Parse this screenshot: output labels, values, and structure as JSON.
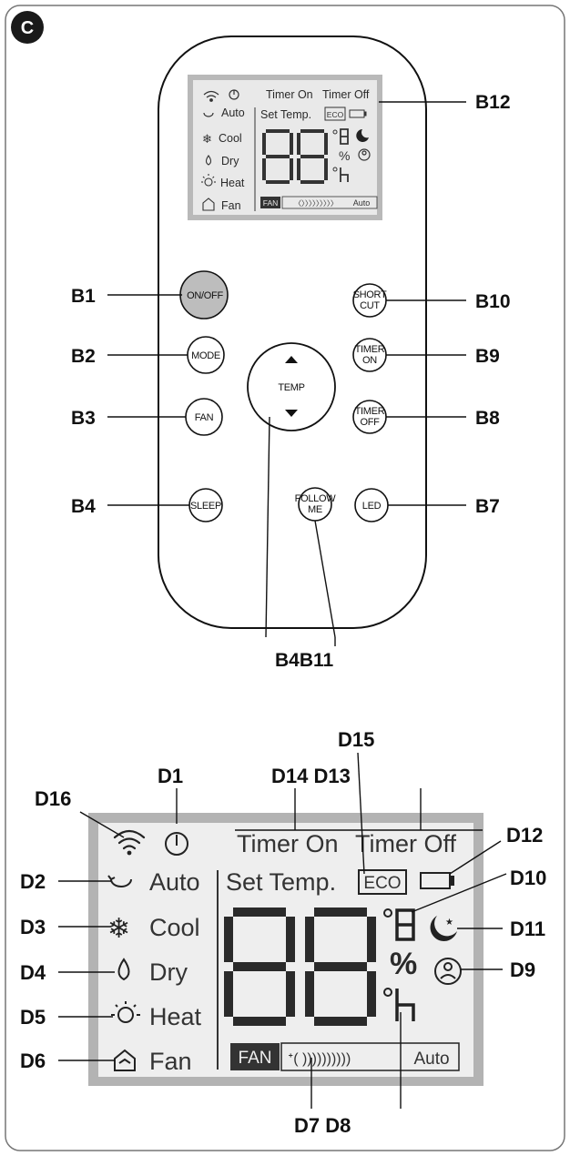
{
  "panel_letter": "C",
  "remote": {
    "lcd": {
      "row1": [
        "Timer On",
        "Timer Off"
      ],
      "eco": "ECO",
      "modes": [
        "Auto",
        "Cool",
        "Dry",
        "Heat",
        "Fan"
      ],
      "set_temp": "Set Temp.",
      "fan_tag": "FAN",
      "auto_tag": "Auto",
      "digits": "88"
    },
    "buttons": {
      "on_off": "ON/OFF",
      "mode": "MODE",
      "fan": "FAN",
      "sleep": "SLEEP",
      "temp": "TEMP",
      "short_cut": [
        "SHORT",
        "CUT"
      ],
      "timer_on": [
        "TIMER",
        "ON"
      ],
      "timer_off": [
        "TIMER",
        "OFF"
      ],
      "follow_me": [
        "FOLLOW",
        "ME"
      ],
      "led": "LED"
    }
  },
  "callouts_remote": {
    "b12": "B12",
    "b1": "B1",
    "b2": "B2",
    "b3": "B3",
    "b4": "B4",
    "b10": "B10",
    "b9": "B9",
    "b8": "B8",
    "b7": "B7",
    "b4b11": "B4B11"
  },
  "display": {
    "timer_on": "Timer On",
    "timer_off": "Timer Off",
    "eco": "ECO",
    "set_temp": "Set Temp.",
    "modes": [
      "Auto",
      "Cool",
      "Dry",
      "Heat",
      "Fan"
    ],
    "fan_tag": "FAN",
    "auto_tag": "Auto"
  },
  "callouts_display": {
    "d15": "D15",
    "d1": "D1",
    "d14_d13": "D14 D13",
    "d16": "D16",
    "d12": "D12",
    "d2": "D2",
    "d10": "D10",
    "d3": "D3",
    "d11": "D11",
    "d4": "D4",
    "d9": "D9",
    "d5": "D5",
    "d6": "D6",
    "d7_d8": "D7 D8"
  }
}
